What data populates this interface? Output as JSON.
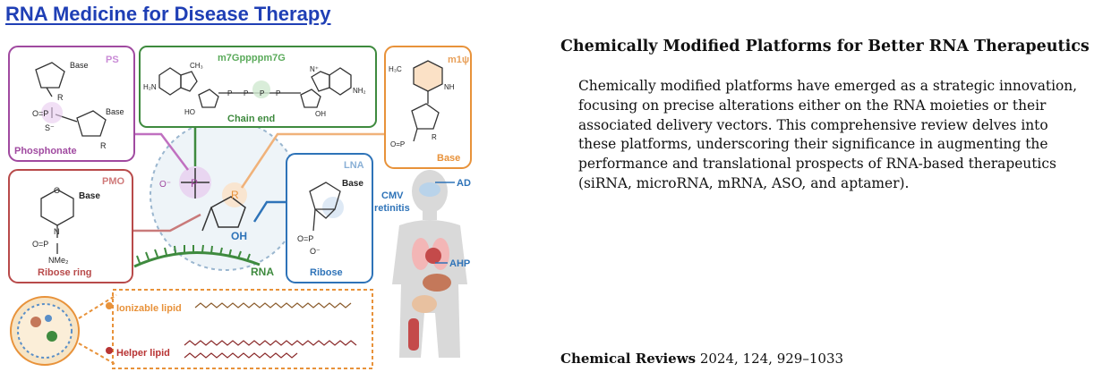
{
  "header": {
    "title": "RNA Medicine for Disease Therapy"
  },
  "figure": {
    "labels": {
      "ps": "PS",
      "phosphonate": "Phosphonate",
      "cap": "m7Gppppm7G",
      "chain_end": "Chain end",
      "m1psi": "m1ψ",
      "base_panel": "Base",
      "pmo": "PMO",
      "ribose_ring": "Ribose ring",
      "lna": "LNA",
      "ribose": "Ribose",
      "rna": "RNA",
      "r_label": "R",
      "oh_label": "OH",
      "cmv": "CMV",
      "retinitis": "retinitis",
      "ad": "AD",
      "ahp": "AHP",
      "ionizable_lipid": "Ionizable lipid",
      "helper_lipid": "Helper lipid"
    },
    "chem": {
      "base": "Base",
      "r": "R",
      "o": "O",
      "p": "P",
      "s_minus": "S⁻",
      "o_minus": "O⁻",
      "o_eq_p": "O=P",
      "n": "N",
      "nme2": "NMe₂",
      "h2n": "H₂N",
      "nh2": "NH₂",
      "nh": "NH",
      "ch3": "CH₃",
      "h3c": "H₃C",
      "ho": "HO",
      "oh": "OH",
      "n_plus": "N⁺"
    },
    "colors": {
      "ps": "#a04aa0",
      "cap": "#3e8a3e",
      "base": "#e8923a",
      "pmo": "#b84a4a",
      "lna": "#2e73b8",
      "ionizable": "#e8923a",
      "helper": "#b83434"
    }
  },
  "panel": {
    "title": "Chemically Modified Platforms for Better RNA Therapeutics",
    "abstract": "Chemically modified platforms have emerged as a strategic innovation, focusing on precise alterations either on the RNA moieties or their associated delivery vectors. This comprehensive review delves into these platforms, underscoring their significance in augmenting the performance and translational prospects of RNA-based therapeutics (siRNA, microRNA, mRNA, ASO, and aptamer)."
  },
  "citation": {
    "journal": "Chemical Reviews",
    "details": "2024, 124, 929–1033"
  }
}
